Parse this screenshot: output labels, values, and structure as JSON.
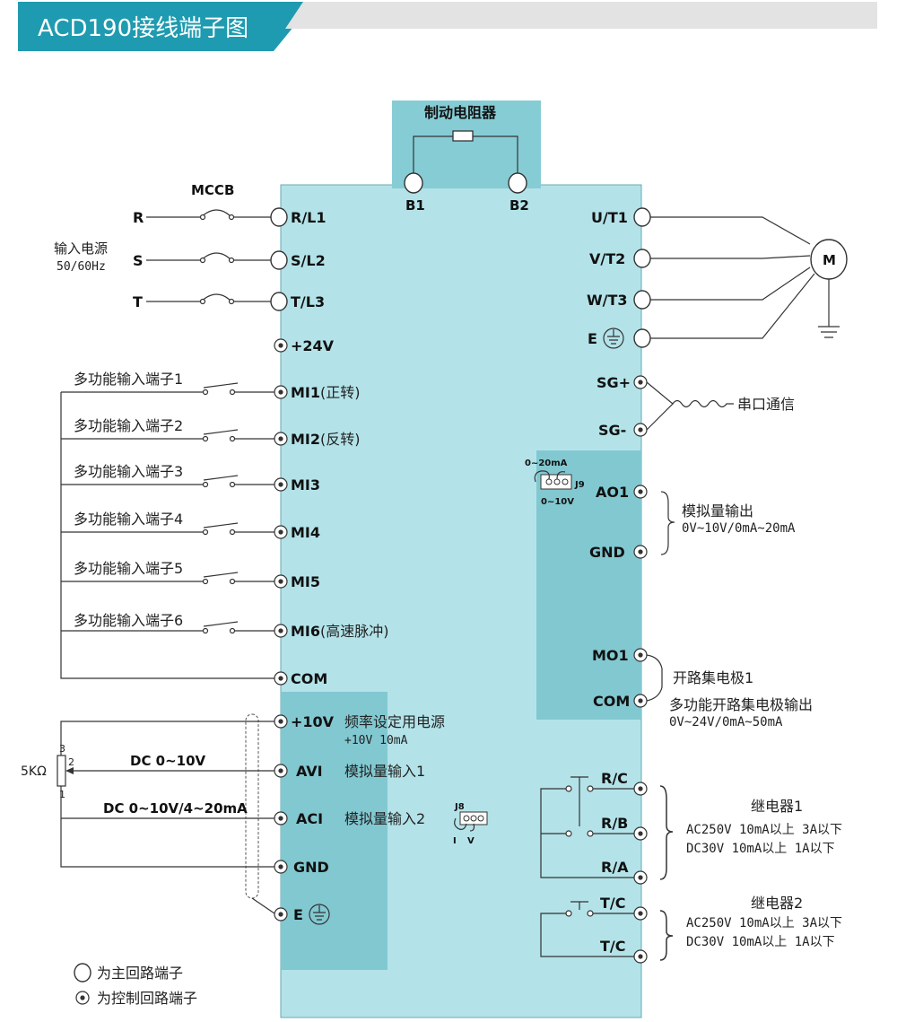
{
  "header": {
    "title": "ACD190接线端子图"
  },
  "brake": {
    "label": "制动电阻器",
    "b1": "B1",
    "b2": "B2"
  },
  "power": {
    "breaker": "MCCB",
    "label": "输入电源",
    "freq": "50/60Hz",
    "phases": [
      {
        "in": "R",
        "term": "R/L1"
      },
      {
        "in": "S",
        "term": "S/L2"
      },
      {
        "in": "T",
        "term": "T/L3"
      }
    ]
  },
  "plus24": "+24V",
  "mi_inputs": [
    {
      "label": "多功能输入端子1",
      "term": "MI1",
      "note": "(正转)"
    },
    {
      "label": "多功能输入端子2",
      "term": "MI2",
      "note": "(反转)"
    },
    {
      "label": "多功能输入端子3",
      "term": "MI3",
      "note": ""
    },
    {
      "label": "多功能输入端子4",
      "term": "MI4",
      "note": ""
    },
    {
      "label": "多功能输入端子5",
      "term": "MI5",
      "note": ""
    },
    {
      "label": "多功能输入端子6",
      "term": "MI6",
      "note": "(高速脉冲)"
    }
  ],
  "com": "COM",
  "analog_in": {
    "plus10v": "+10V",
    "plus10v_desc": "频率设定用电源",
    "plus10v_spec": "+10V 10mA",
    "avi": "AVI",
    "avi_desc": "模拟量输入1",
    "avi_signal": "DC 0~10V",
    "aci": "ACI",
    "aci_desc": "模拟量输入2",
    "aci_signal": "DC 0~10V/4~20mA",
    "gnd": "GND",
    "e": "E",
    "pot": "5KΩ",
    "pot_pins": [
      "3",
      "2",
      "1"
    ],
    "jumper": "J8",
    "jumper_i": "I",
    "jumper_v": "V"
  },
  "motor": {
    "outputs": [
      "U/T1",
      "V/T2",
      "W/T3"
    ],
    "e": "E",
    "label": "M"
  },
  "serial": {
    "sgp": "SG+",
    "sgn": "SG-",
    "label": "串口通信"
  },
  "ao": {
    "ao1": "AO1",
    "gnd": "GND",
    "desc": "模拟量输出",
    "spec": "0V~10V/0mA~20mA",
    "jumper": "J9",
    "j_top": "0~20mA",
    "j_bot": "0~10V"
  },
  "mo": {
    "mo1": "MO1",
    "com": "COM",
    "desc1": "开路集电极1",
    "desc2": "多功能开路集电极输出",
    "spec": "0V~24V/0mA~50mA"
  },
  "relay1": {
    "terms": [
      "R/C",
      "R/B",
      "R/A"
    ],
    "title": "继电器1",
    "spec1": "AC250V  10mA以上  3A以下",
    "spec2": "DC30V    10mA以上  1A以下"
  },
  "relay2": {
    "terms": [
      "T/C",
      "T/C"
    ],
    "title": "继电器2",
    "spec1": "AC250V  10mA以上  3A以下",
    "spec2": "DC30V    10mA以上  1A以下"
  },
  "legend": {
    "main": "为主回路端子",
    "control": "为控制回路端子"
  },
  "colors": {
    "header": "#1E9BB0",
    "panel": "#B3E3E9",
    "panel_dark": "#82C8D1",
    "brake_box": "#86CCD5"
  }
}
